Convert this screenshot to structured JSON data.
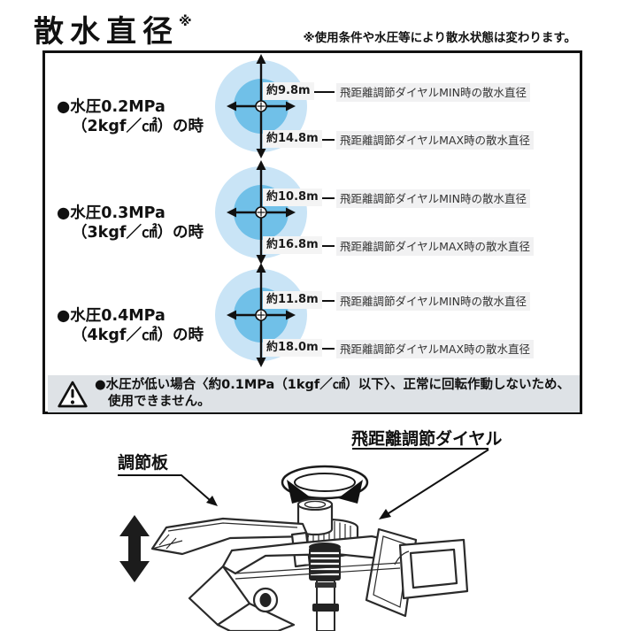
{
  "header": {
    "title": "散水直径",
    "title_ref_mark": "※",
    "note": "※使用条件や水圧等により散水状態は変わります。"
  },
  "panel": {
    "rows": [
      {
        "pressure_title": "●水圧0.2MPa",
        "pressure_sub": "（2kgf／㎠）の時",
        "min_value": "約9.8m",
        "max_value": "約14.8m",
        "min_desc": "飛距離調節ダイヤルMIN時の散水直径",
        "max_desc": "飛距離調節ダイヤルMAX時の散水直径"
      },
      {
        "pressure_title": "●水圧0.3MPa",
        "pressure_sub": "（3kgf／㎠）の時",
        "min_value": "約10.8m",
        "max_value": "約16.8m",
        "min_desc": "飛距離調節ダイヤルMIN時の散水直径",
        "max_desc": "飛距離調節ダイヤルMAX時の散水直径"
      },
      {
        "pressure_title": "●水圧0.4MPa",
        "pressure_sub": "（4kgf／㎠）の時",
        "min_value": "約11.8m",
        "max_value": "約18.0m",
        "min_desc": "飛距離調節ダイヤルMIN時の散水直径",
        "max_desc": "飛距離調節ダイヤルMAX時の散水直径"
      }
    ],
    "warning": {
      "line1": "●水圧が低い場合〈約0.1MPa（1kgf／㎠）以下〉、正常に回転作動しないため、",
      "line2": "使用できません。"
    }
  },
  "illustration": {
    "plate_label": "調節板",
    "dial_label": "飛距離調節ダイヤル"
  },
  "colors": {
    "spray_outer": "#c9e4f6",
    "spray_inner": "#70c0e8",
    "chip_bg": "#f4f4f4",
    "desc_bg": "#f1f1f2",
    "warning_bg": "#dee2e6",
    "ink": "#111111"
  }
}
